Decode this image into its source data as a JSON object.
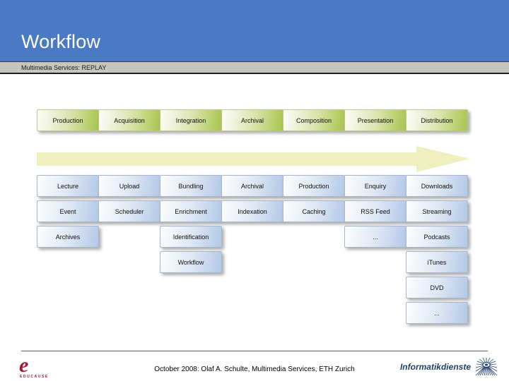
{
  "slide": {
    "title": "Workflow",
    "subtitle": "Multimedia Services: REPLAY"
  },
  "diagram": {
    "arrow_label": "process-flow-arrow",
    "phases": [
      "Production",
      "Acquisition",
      "Integration",
      "Archival",
      "Composition",
      "Presentation",
      "Distribution"
    ],
    "columns": [
      {
        "phase": "Production",
        "items": [
          "Lecture",
          "Event",
          "Archives"
        ]
      },
      {
        "phase": "Acquisition",
        "items": [
          "Upload",
          "Scheduler"
        ]
      },
      {
        "phase": "Integration",
        "items": [
          "Bundling",
          "Enrichment",
          "Identification",
          "Workflow"
        ]
      },
      {
        "phase": "Archival",
        "items": [
          "Archival",
          "Indexation"
        ]
      },
      {
        "phase": "Composition",
        "items": [
          "Production",
          "Caching"
        ]
      },
      {
        "phase": "Presentation",
        "items": [
          "Enquiry",
          "RSS Feed",
          "..."
        ]
      },
      {
        "phase": "Distribution",
        "items": [
          "Downloads",
          "Streaming",
          "Podcasts",
          "iTunes",
          "DVD",
          "..."
        ]
      }
    ]
  },
  "footer": {
    "credit": "October 2008: Olaf A. Schulte, Multimedia Services, ETH Zurich",
    "educause_wordmark": "EDUCAUSE",
    "educause_glyph": "e",
    "informatikdienste": "Informatikdienste"
  },
  "colors": {
    "header_blue": "#4a7ac4",
    "subtitle_gray": "#c6c5c1",
    "phase_green": "#a7c455",
    "item_blue": "#b3c9e6",
    "arrow_yellow": "#eff0c0",
    "educause_red": "#9e1b32",
    "eth_blue": "#204068"
  }
}
